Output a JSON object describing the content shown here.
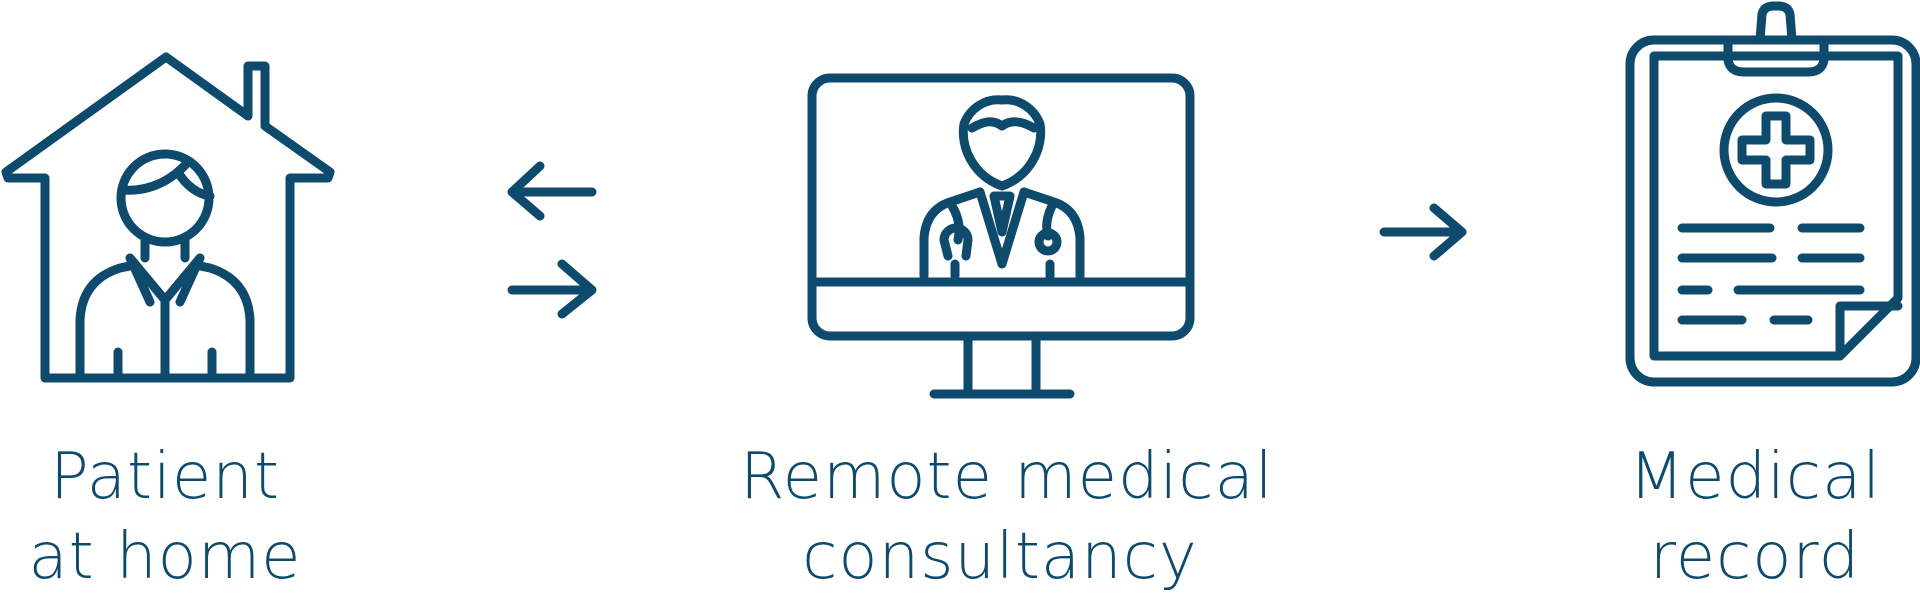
{
  "colors": {
    "primary": "#0d4a6b",
    "background": "#ffffff"
  },
  "steps": [
    {
      "icon": "patient-at-home-icon",
      "label_line1": "Patient",
      "label_line2": "at home"
    },
    {
      "icon": "doctor-on-monitor-icon",
      "label_line1": "Remote medical",
      "label_line2": "consultancy"
    },
    {
      "icon": "medical-clipboard-icon",
      "label_line1": "Medical",
      "label_line2": "record"
    }
  ],
  "connectors": [
    {
      "icon": "bidirectional-arrows-icon"
    },
    {
      "icon": "right-arrow-icon"
    }
  ]
}
